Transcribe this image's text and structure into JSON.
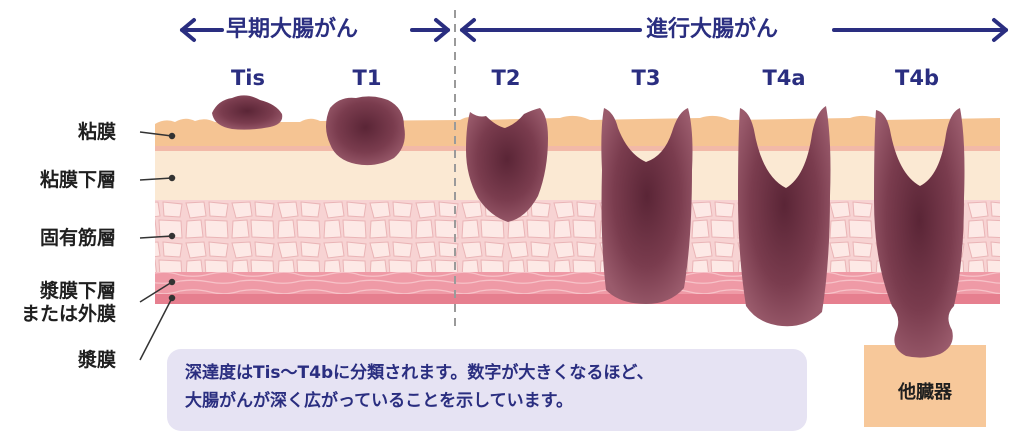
{
  "header": {
    "early_label": "早期大腸がん",
    "advanced_label": "進行大腸がん"
  },
  "stages": [
    "Tis",
    "T1",
    "T2",
    "T3",
    "T4a",
    "T4b"
  ],
  "layers": {
    "mucosa": "粘膜",
    "submucosa": "粘膜下層",
    "muscularis": "固有筋層",
    "subserosa_line1": "漿膜下層",
    "subserosa_line2": "または外膜",
    "serosa": "漿膜"
  },
  "other_organ": "他臓器",
  "note": {
    "line1": "深達度はTis〜T4bに分類されます。数字が大きくなるほど、",
    "line2": "大腸がんが深く広がっていることを示しています。"
  },
  "colors": {
    "arrow": "#2a2e80",
    "mucosa": "#f5c493",
    "submucosa": "#fbe9d3",
    "muscle": "#f6cfcf",
    "tumor": "#7d3f50",
    "organ": "#f7c89a",
    "note_bg": "#e6e3f3"
  }
}
